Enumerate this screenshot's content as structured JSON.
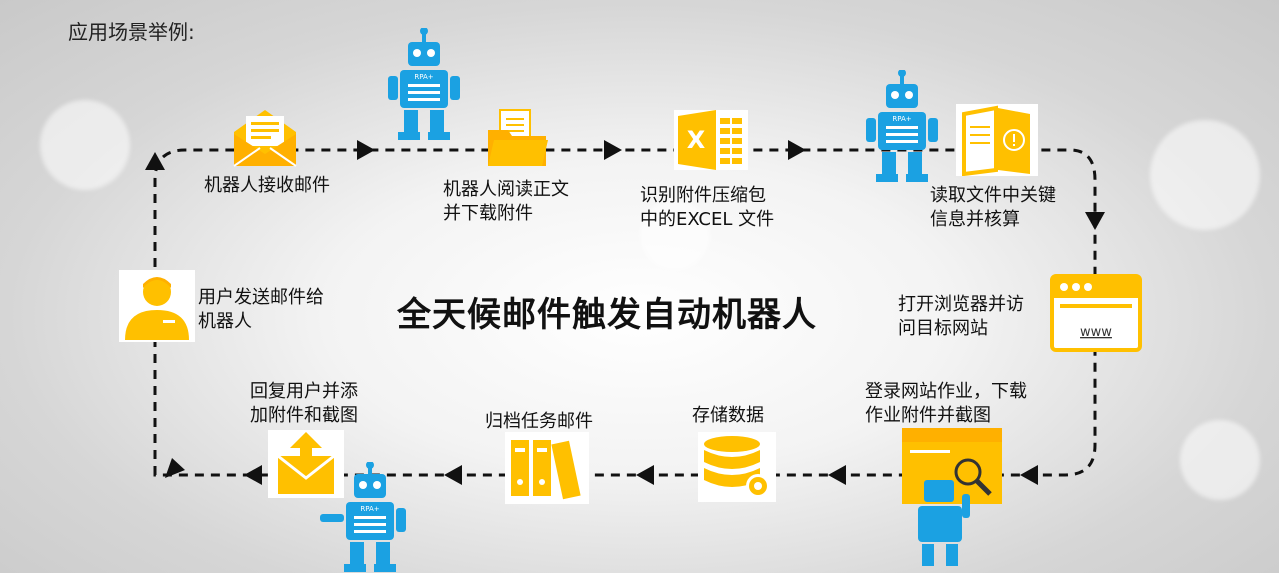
{
  "heading": "应用场景举例:",
  "center_title": "全天候邮件触发自动机器人",
  "robot_badge": "RPA+",
  "www_text": "www",
  "excel_letter": "X",
  "colors": {
    "accent": "#FFC000",
    "robot": "#1BA1E2",
    "line": "#111111"
  },
  "steps": {
    "receive": [
      "机器人接收邮件"
    ],
    "read": [
      "机器人阅读正文",
      "并下载附件"
    ],
    "excel": [
      "识别附件压缩包",
      "中的EXCEL 文件"
    ],
    "extract": [
      "读取文件中关键",
      "信息并核算"
    ],
    "browser": [
      "打开浏览器并访",
      "问目标网站"
    ],
    "login": [
      "登录网站作业，下载",
      "作业附件并截图"
    ],
    "store": [
      "存储数据"
    ],
    "archive": [
      "归档任务邮件"
    ],
    "reply": [
      "回复用户并添",
      "加附件和截图"
    ],
    "user": [
      "用户发送邮件给",
      "机器人"
    ]
  }
}
